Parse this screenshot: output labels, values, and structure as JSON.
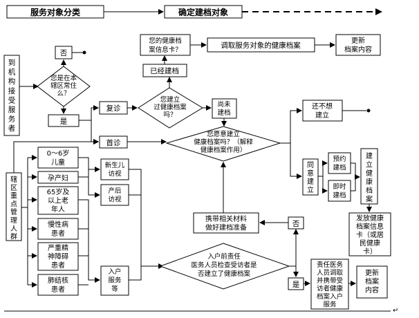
{
  "header": {
    "left": "服务对象分类",
    "right": "确定建档对象"
  },
  "nodes": {
    "arrive": [
      "到",
      "机",
      "构",
      "接",
      "受",
      "服",
      "务",
      "者"
    ],
    "no_top": "否",
    "resident_q": [
      "您是在本",
      "辖区常住",
      "么？"
    ],
    "yes_left": "是",
    "revisit": "复诊",
    "first_visit": "首诊",
    "built_q": [
      "您建立",
      "过健康档案",
      "吗？"
    ],
    "already_built": "已经建档",
    "have_card_q": [
      "您的健康档",
      "案信息卡？"
    ],
    "fetch_record": "调取服务对象的健康档案",
    "update_top": [
      "更新",
      "档案内容"
    ],
    "not_built": [
      "尚未",
      "建档"
    ],
    "willing_q": [
      "您愿意建立",
      "健康档案吗？（解释",
      "健康档案作用）"
    ],
    "still_no": [
      "还不想",
      "建立"
    ],
    "agree": [
      "同",
      "意",
      "建",
      "立"
    ],
    "booked": [
      "预约",
      "建档"
    ],
    "instant": [
      "即时",
      "建档"
    ],
    "establish": [
      "建",
      "立",
      "健",
      "康",
      "档",
      "案"
    ],
    "issue_card": [
      "发放健康",
      "档案信息",
      "卡（或居",
      "民健康",
      "卡）"
    ],
    "key_groups": [
      "辖",
      "区",
      "重",
      "点",
      "管",
      "理",
      "人",
      "群"
    ],
    "child": [
      "0～6岁",
      "儿童"
    ],
    "pregnant": "孕产妇",
    "elderly": [
      "65岁及",
      "以上老",
      "年人"
    ],
    "chronic": [
      "慢性病",
      "患者"
    ],
    "mental": [
      "严重精",
      "神障碍",
      "患者"
    ],
    "tb": [
      "肺结核",
      "患者"
    ],
    "newborn": [
      "新生儿",
      "访视"
    ],
    "postpartum": [
      "产后",
      "访视"
    ],
    "home_service": [
      "入户",
      "服务",
      "等"
    ],
    "bring_materials": [
      "携带相关材料",
      "做好建档准备"
    ],
    "no_right": "否",
    "home_check": [
      "入户前责任",
      "医务人员检查受访者是",
      "否建立了健康档案"
    ],
    "yes_right": "是",
    "doctor_fetch": [
      "责任医务",
      "人员调取",
      "并携带受",
      "访者健康",
      "档案入户",
      "服务"
    ],
    "update_bottom": [
      "更新",
      "档案",
      "内容"
    ]
  }
}
